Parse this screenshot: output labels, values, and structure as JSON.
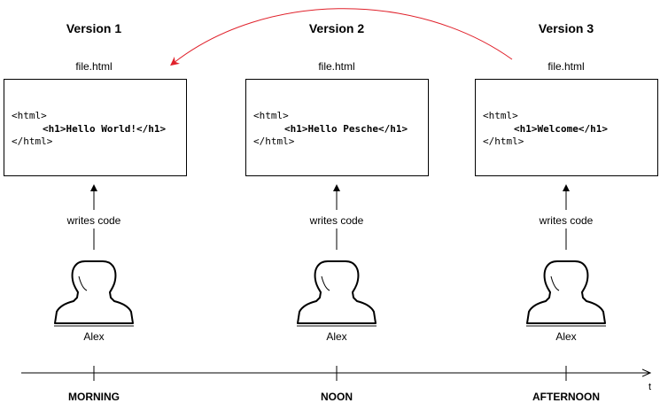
{
  "versions": [
    {
      "title": "Version 1",
      "file": "file.html",
      "code": {
        "open": "<html>",
        "inner": "<h1>Hello World!</h1>",
        "close": "</html>"
      },
      "action": "writes code",
      "author": "Alex",
      "time": "MORNING"
    },
    {
      "title": "Version 2",
      "file": "file.html",
      "code": {
        "open": "<html>",
        "inner": "<h1>Hello Pesche</h1>",
        "close": "</html>"
      },
      "action": "writes code",
      "author": "Alex",
      "time": "NOON"
    },
    {
      "title": "Version 3",
      "file": "file.html",
      "code": {
        "open": "<html>",
        "inner": "<h1>Welcome</h1>",
        "close": "</html>"
      },
      "action": "writes code",
      "author": "Alex",
      "time": "AFTERNOON"
    }
  ],
  "timeline": {
    "axis_label": "t"
  },
  "colors": {
    "revert_arrow": "#e0202a",
    "stroke": "#000000"
  },
  "icons": {
    "person": "person-silhouette-icon"
  }
}
